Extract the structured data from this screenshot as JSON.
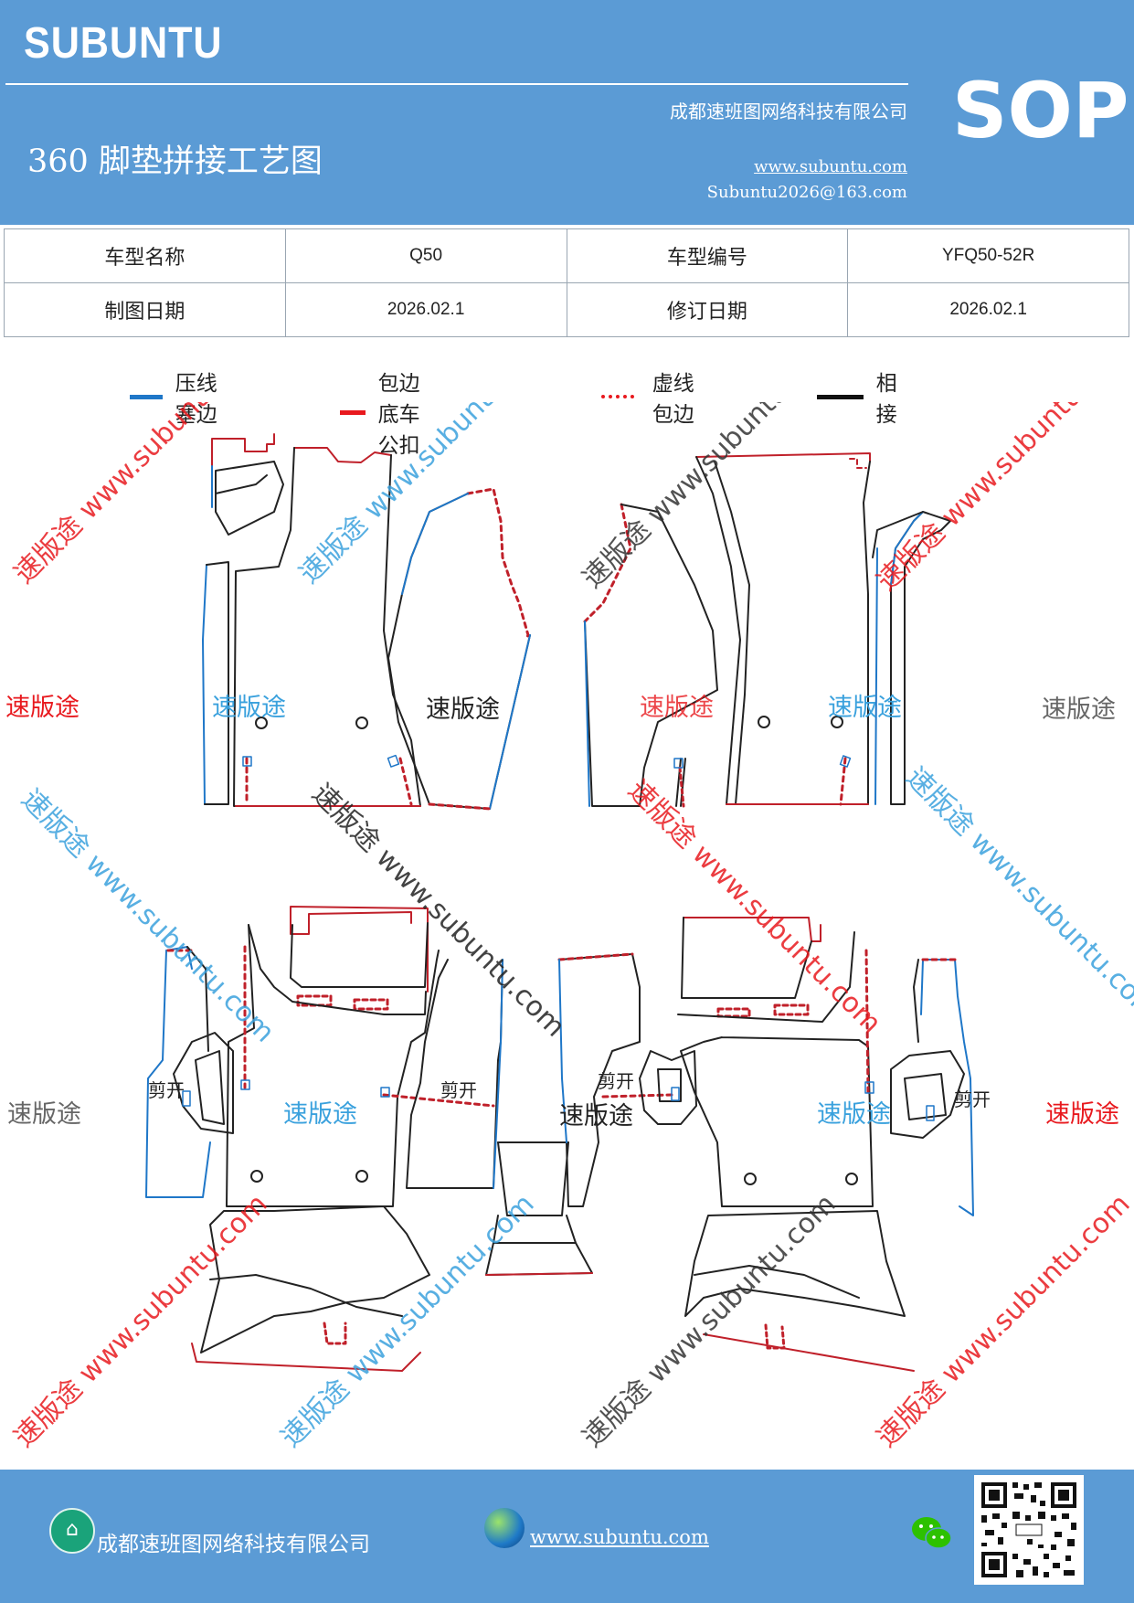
{
  "header": {
    "brand": "SUBUNTU",
    "company": "成都速班图网络科技有限公司",
    "badge": "SOP",
    "title": "360 脚垫拼接工艺图",
    "website": "www.subuntu.com",
    "email": "Subuntu2026@163.com"
  },
  "info_table": {
    "rows": [
      [
        "车型名称",
        "Q50",
        "车型编号",
        "YFQ50-52R"
      ],
      [
        "制图日期",
        "2026.02.1",
        "修订日期",
        "2026.02.1"
      ]
    ]
  },
  "legend": [
    {
      "label": "压线塞边",
      "color": "#1f77c8",
      "style": "solid"
    },
    {
      "label": "包边底车公扣",
      "color": "#e8191e",
      "style": "solid"
    },
    {
      "label": "虚线包边",
      "color": "#e8191e",
      "style": "dotted"
    },
    {
      "label": "相接",
      "color": "#111111",
      "style": "solid"
    }
  ],
  "watermarks": {
    "brand_text": "速版途",
    "diagonal_text": "速版途 www.subuntu.com"
  },
  "diagram_labels": {
    "cut_open": "剪开"
  },
  "colors": {
    "header_bg": "#5b9bd5",
    "blue_line": "#1f77c8",
    "red_line": "#c0202a",
    "black_line": "#222222"
  },
  "footer": {
    "company": "成都速班图网络科技有限公司",
    "website": "www.subuntu.com",
    "icons": [
      "company-icon",
      "globe-icon",
      "wechat-icon",
      "qr-code"
    ]
  }
}
